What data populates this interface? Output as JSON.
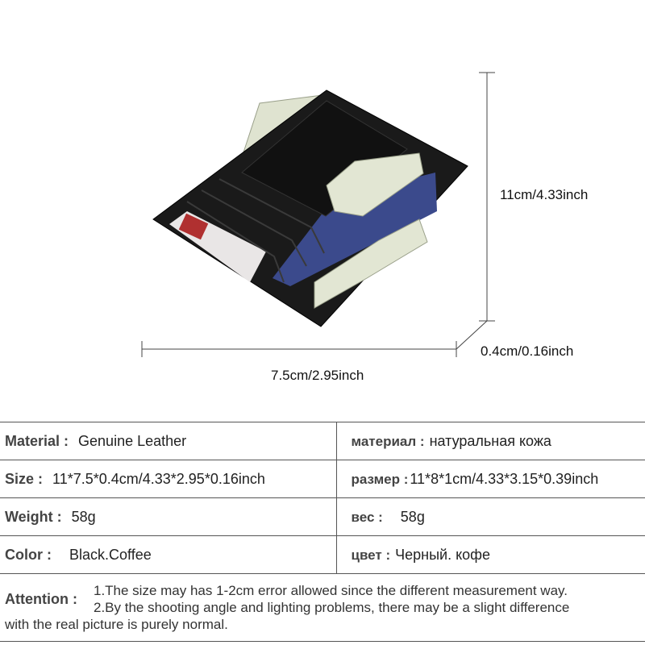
{
  "dimensions": {
    "height": "11cm/4.33inch",
    "thickness": "0.4cm/0.16inch",
    "width": "7.5cm/2.95inch"
  },
  "specs": [
    {
      "label": "Material :",
      "value": "Genuine Leather",
      "ru_label": "материал :",
      "ru_value": "натуральная кожа"
    },
    {
      "label": "Size :",
      "value": "11*7.5*0.4cm/4.33*2.95*0.16inch",
      "ru_label": "размер :",
      "ru_value": "11*8*1cm/4.33*3.15*0.39inch"
    },
    {
      "label": "Weight :",
      "value": "58g",
      "ru_label": "вес :",
      "ru_value": "58g"
    },
    {
      "label": "Color :",
      "value": "Black.Coffee",
      "ru_label": "цвет :",
      "ru_value": "Черный. кофе"
    }
  ],
  "attention": {
    "label": "Attention :",
    "notes": [
      "1.The size may has 1-2cm error allowed since the different measurement way.",
      "2.By the shooting angle and lighting problems, there may be a slight difference",
      "with the real picture is purely normal."
    ]
  }
}
